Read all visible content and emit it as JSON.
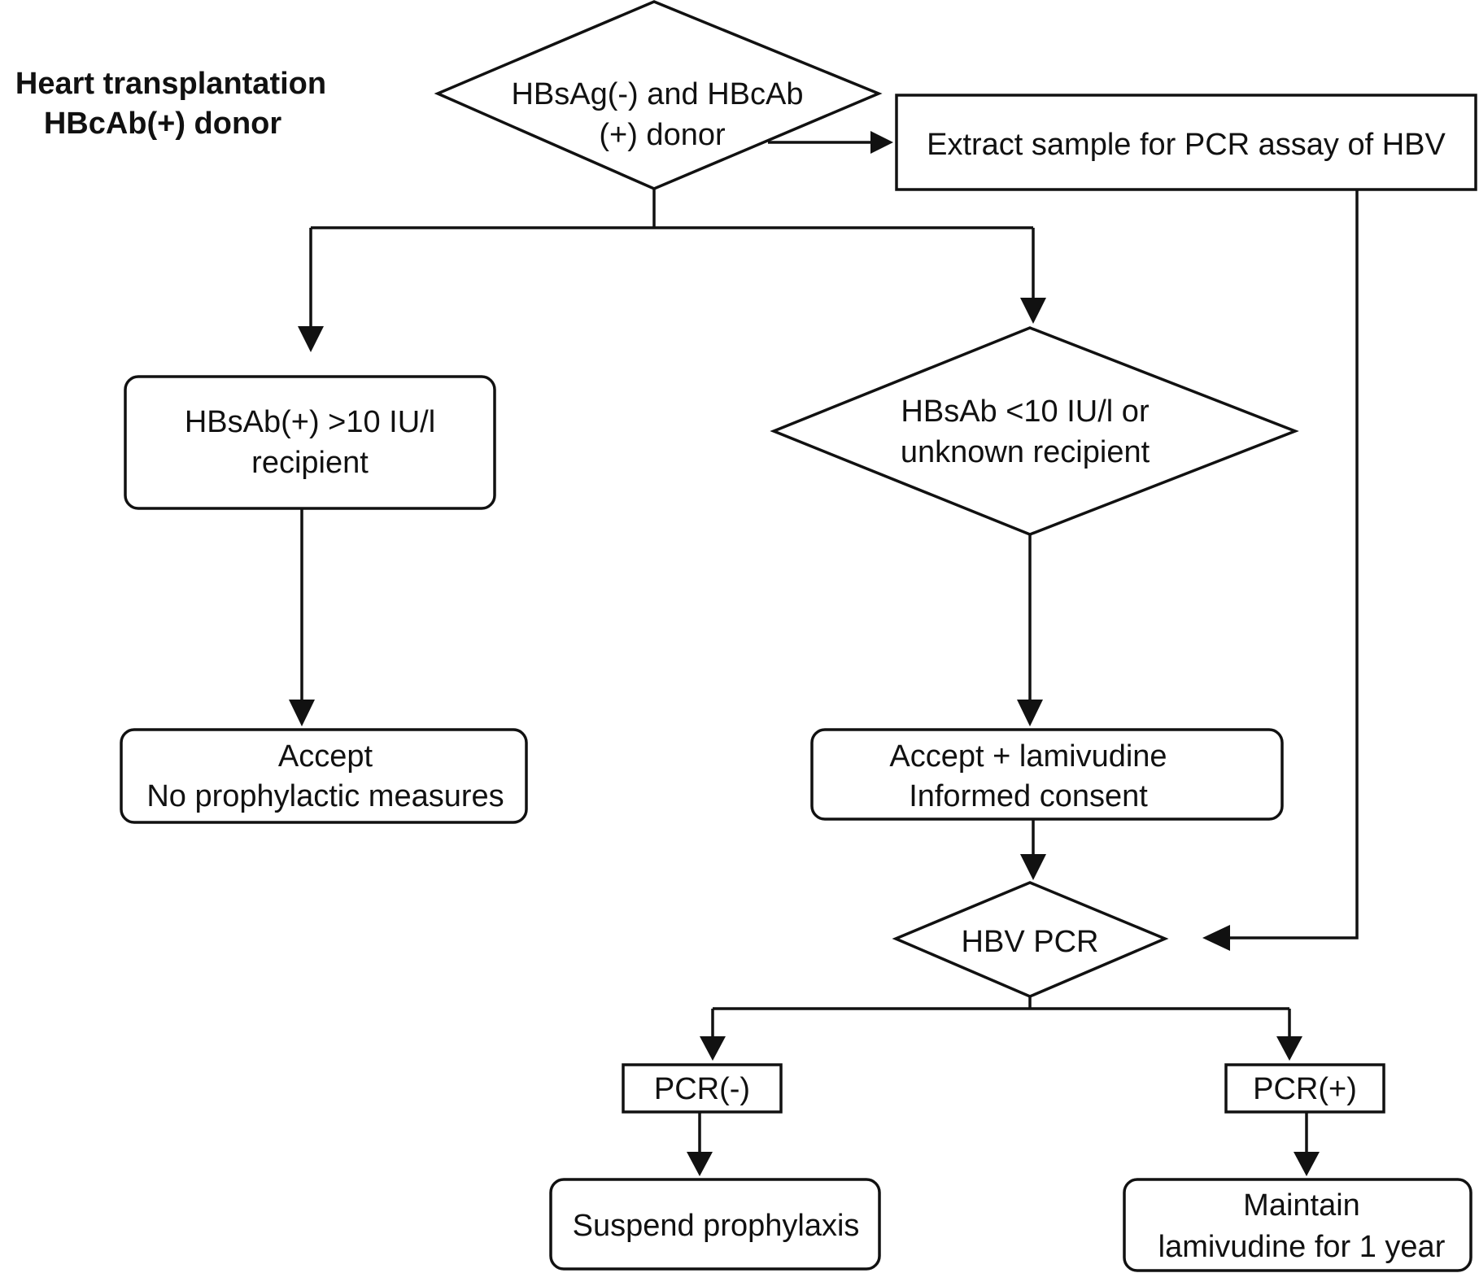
{
  "title": {
    "line1": "Heart transplantation",
    "line2": "HBcAb(+) donor"
  },
  "nodes": {
    "donor_decision": {
      "line1": "HBsAg(-) and HBcAb",
      "line2": "(+) donor"
    },
    "extract_sample": {
      "line1": "Extract sample for PCR assay of HBV"
    },
    "hbsab_positive": {
      "line1": "HBsAb(+) >10 IU/l",
      "line2": "recipient"
    },
    "hbsab_negative": {
      "line1": "HBsAb <10 IU/l or",
      "line2": "unknown recipient"
    },
    "accept_no_prophylaxis": {
      "line1": "Accept",
      "line2": "No prophylactic measures"
    },
    "accept_lamivudine": {
      "line1": "Accept + lamivudine",
      "line2": "Informed consent"
    },
    "hbv_pcr": {
      "line1": "HBV PCR"
    },
    "pcr_negative": {
      "line1": "PCR(-)"
    },
    "pcr_positive": {
      "line1": "PCR(+)"
    },
    "suspend_prophylaxis": {
      "line1": "Suspend prophylaxis"
    },
    "maintain_lamivudine": {
      "line1": "Maintain",
      "line2": "lamivudine for 1 year"
    }
  },
  "colors": {
    "stroke": "#111111",
    "fill": "#ffffff",
    "text": "#111111"
  }
}
